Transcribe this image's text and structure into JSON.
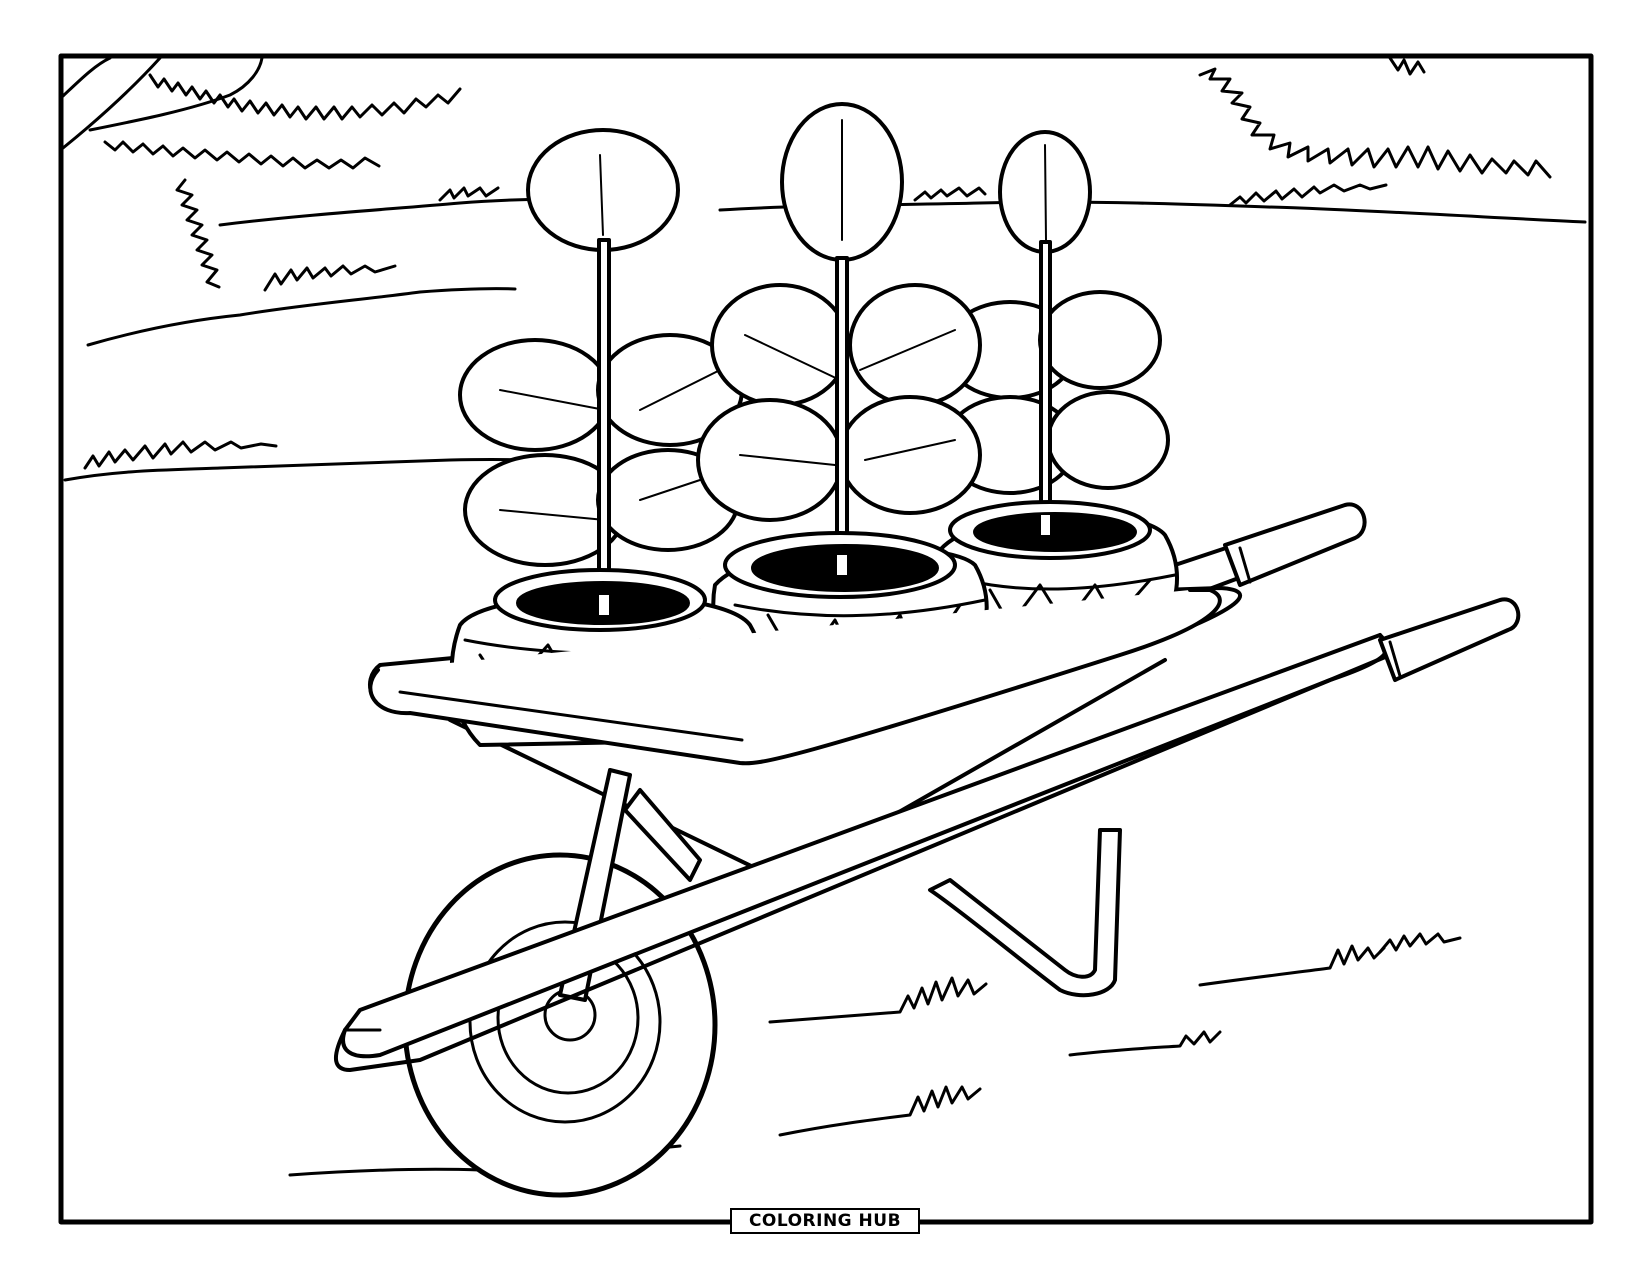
{
  "page": {
    "title": "Wheelbarrow with potted plants coloring page",
    "background": "#ffffff",
    "line_color": "#000000"
  },
  "logo": {
    "text": "COLORING HUB"
  },
  "scene": {
    "subjects": [
      "wheelbarrow",
      "potted-plant-left",
      "potted-plant-middle",
      "potted-plant-right",
      "grass-tufts",
      "tree-trunk",
      "bushes"
    ]
  }
}
